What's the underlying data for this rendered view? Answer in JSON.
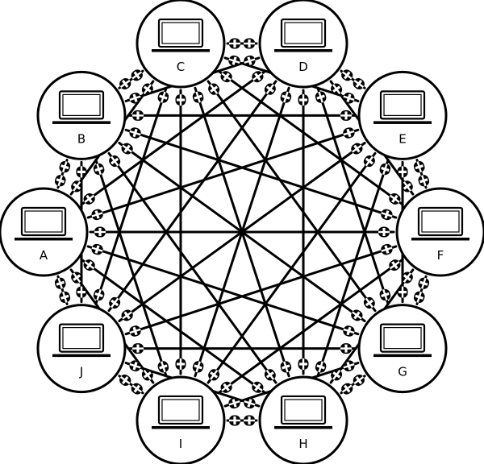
{
  "diagram": {
    "nodes": [
      {
        "id": "A",
        "label": "A",
        "icon": "laptop-icon"
      },
      {
        "id": "B",
        "label": "B",
        "icon": "laptop-icon"
      },
      {
        "id": "C",
        "label": "C",
        "icon": "laptop-icon"
      },
      {
        "id": "D",
        "label": "D",
        "icon": "laptop-icon"
      },
      {
        "id": "E",
        "label": "E",
        "icon": "laptop-icon"
      },
      {
        "id": "F",
        "label": "F",
        "icon": "laptop-icon"
      },
      {
        "id": "G",
        "label": "G",
        "icon": "laptop-icon"
      },
      {
        "id": "H",
        "label": "H",
        "icon": "laptop-icon"
      },
      {
        "id": "I",
        "label": "I",
        "icon": "laptop-icon"
      },
      {
        "id": "J",
        "label": "J",
        "icon": "laptop-icon"
      }
    ],
    "topology": "full-mesh",
    "link_connector_icon": "cable-connector-icon",
    "colors": {
      "stroke": "#000000",
      "fill": "#ffffff"
    }
  }
}
